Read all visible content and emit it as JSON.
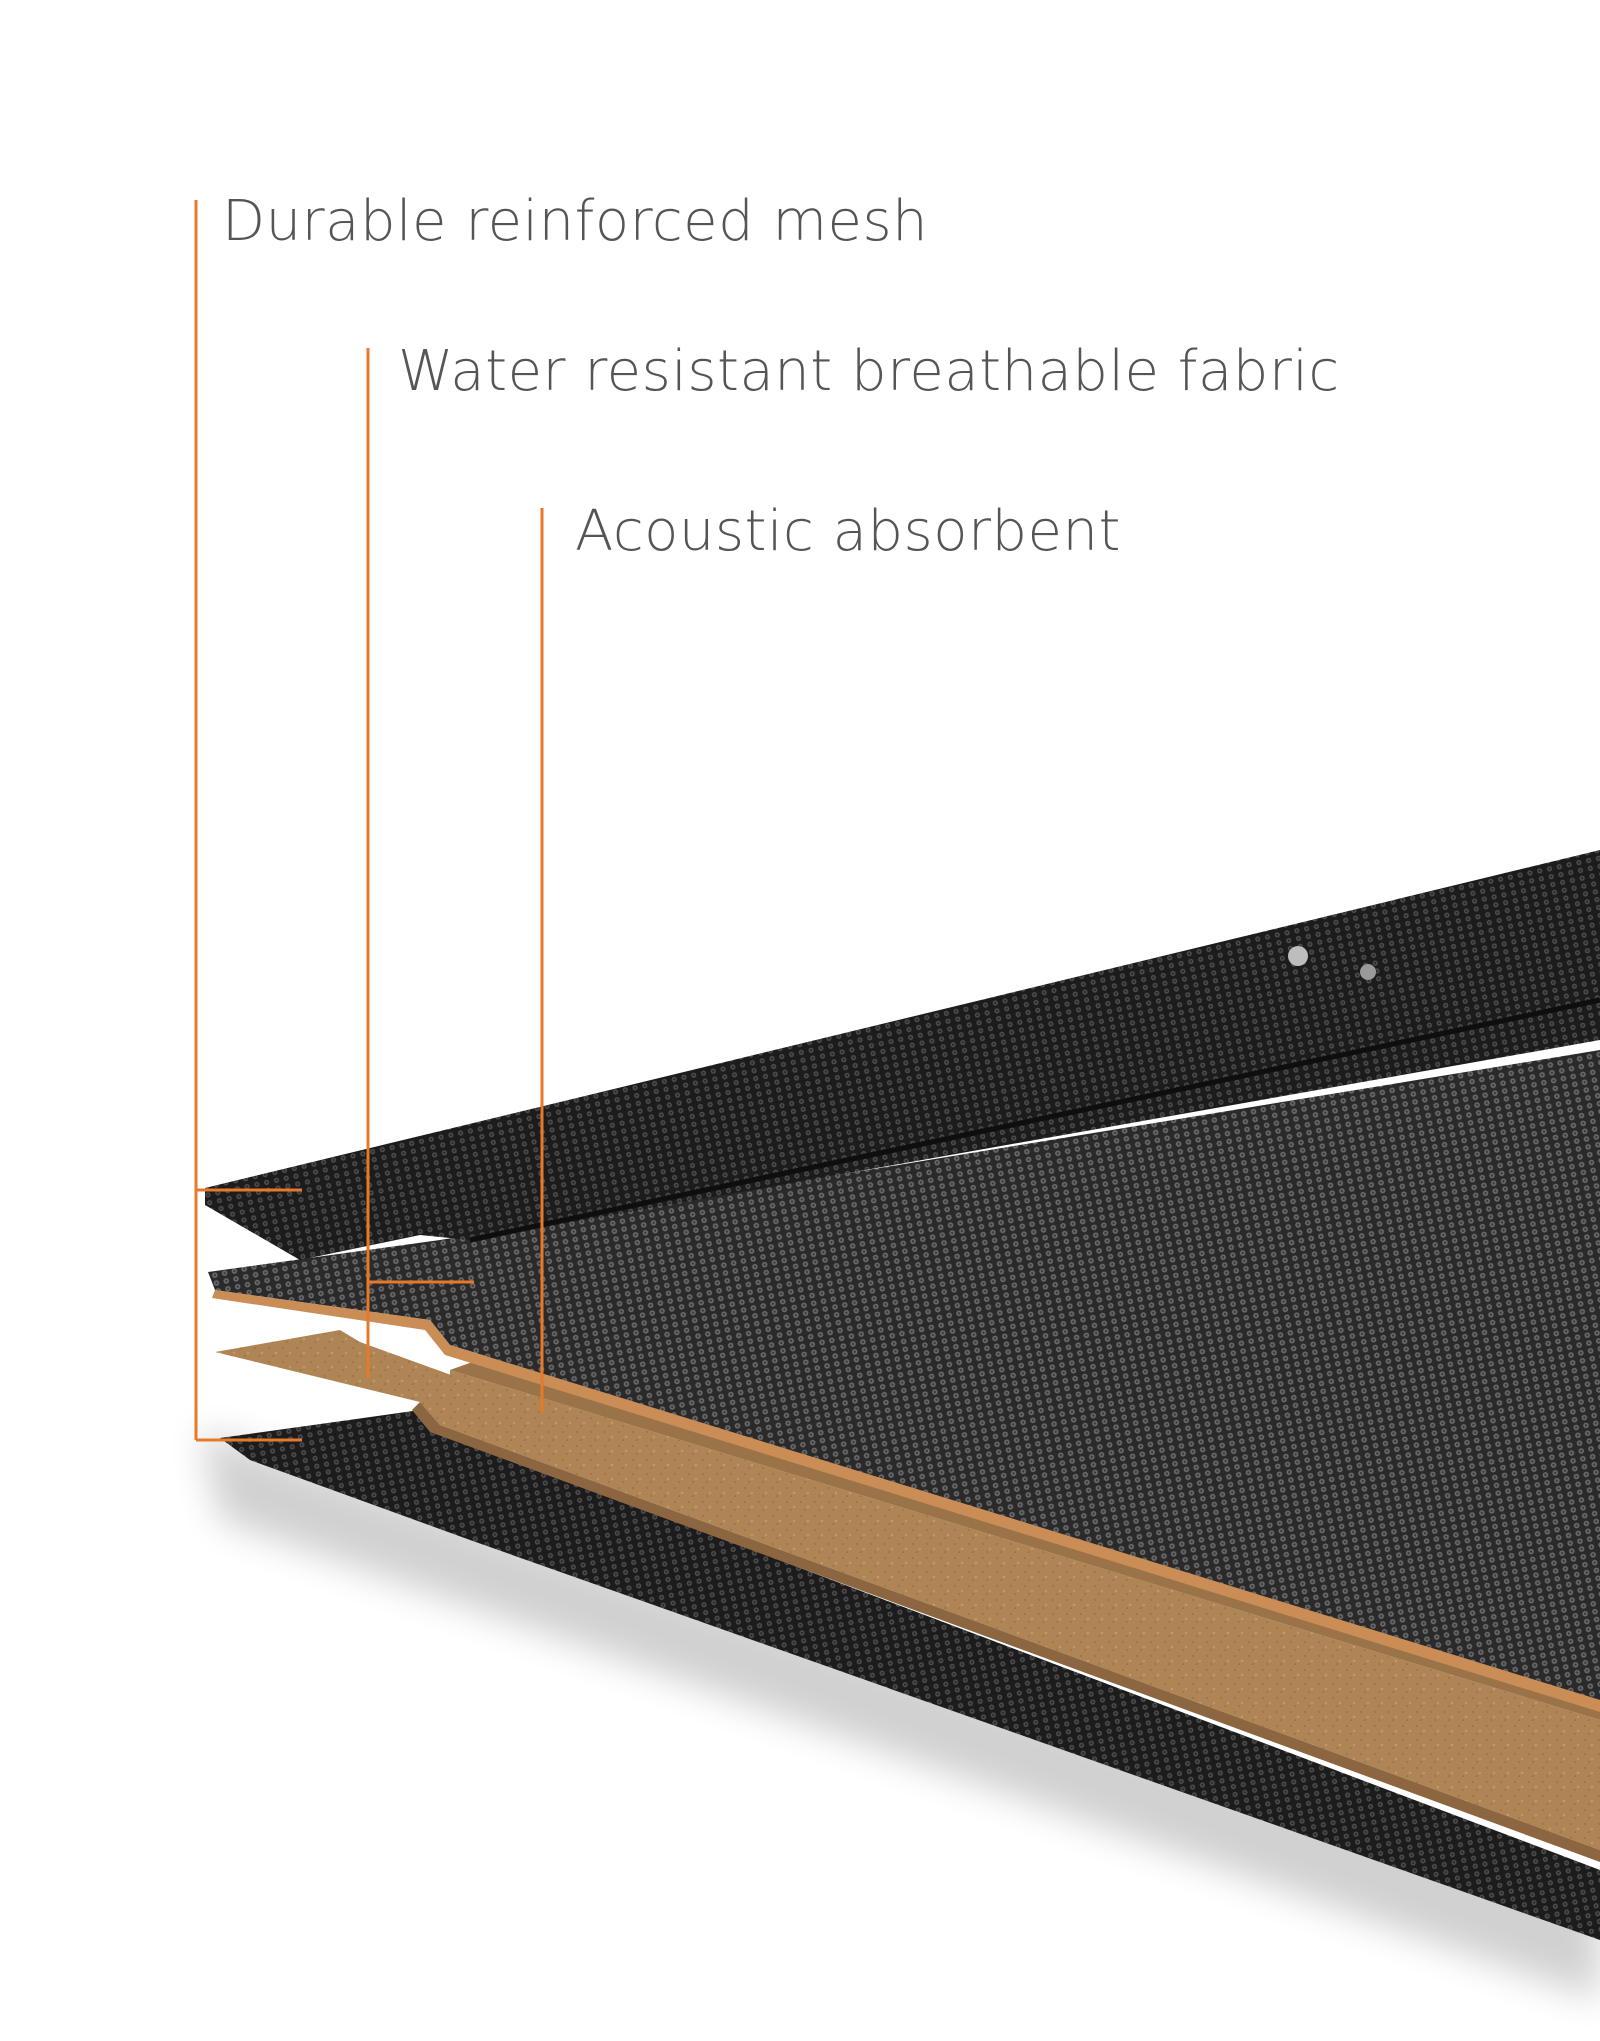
{
  "callouts": {
    "mesh": {
      "label": "Durable reinforced mesh"
    },
    "fabric": {
      "label": "Water resistant breathable fabric"
    },
    "acoustic": {
      "label": "Acoustic absorbent"
    }
  },
  "colors": {
    "callout_line": "#e8782a",
    "label_text": "#555555",
    "mesh_dark": "#1f1f1f",
    "mesh_light": "#4a4a4a",
    "absorbent": "#b5895a",
    "absorbent_dark": "#8c6640",
    "fabric_edge": "#c98d55",
    "background": "#ffffff"
  }
}
